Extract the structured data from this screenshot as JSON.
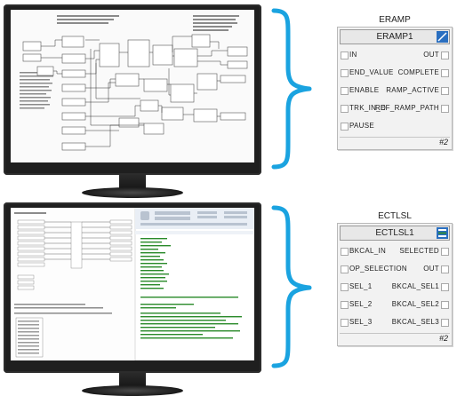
{
  "top_block": {
    "caption": "ERAMP",
    "header": "ERAMP1",
    "rows": [
      {
        "left": "IN",
        "right": "OUT"
      },
      {
        "left": "END_VALUE",
        "right": "COMPLETE"
      },
      {
        "left": "ENABLE",
        "right": "RAMP_ACTIVE"
      },
      {
        "left": "TRK_IN_D",
        "right": "REF_RAMP_PATH"
      },
      {
        "left": "PAUSE",
        "right": ""
      }
    ],
    "footer": "#2"
  },
  "bottom_block": {
    "caption": "ECTLSL",
    "header": "ECTLSL1",
    "rows": [
      {
        "left": "BKCAL_IN",
        "right": "SELECTED"
      },
      {
        "left": "OP_SELECTION",
        "right": "OUT"
      },
      {
        "left": "SEL_1",
        "right": "BKCAL_SEL1"
      },
      {
        "left": "SEL_2",
        "right": "BKCAL_SEL2"
      },
      {
        "left": "SEL_3",
        "right": "BKCAL_SEL3"
      }
    ],
    "footer": "#2"
  },
  "colors": {
    "brace": "#1aa3e0",
    "bezel": "#1f1f1f",
    "block_bg": "#f2f2f2",
    "icon_top": "#2a6fc0",
    "icon_bottom": "#2d8a3a"
  },
  "icons": {
    "top_header_icon": "ramp-icon",
    "bottom_header_icon": "selector-icon"
  }
}
